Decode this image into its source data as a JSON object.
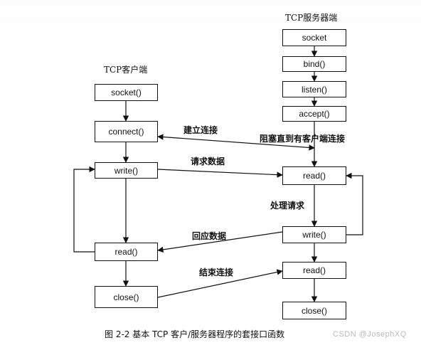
{
  "diagram": {
    "client_title": "TCP客户端",
    "server_title": "TCP服务器端",
    "client_boxes": {
      "socket": "socket()",
      "connect": "connect()",
      "write": "write()",
      "read": "read()",
      "close": "close()"
    },
    "server_boxes": {
      "socket": "socket",
      "bind": "bind()",
      "listen": "listen()",
      "accept": "accept()",
      "read1": "read()",
      "write": "write()",
      "read2": "read()",
      "close": "close()"
    },
    "edge_labels": {
      "establish": "建立连接",
      "blocking": "阻塞直到有客户端连接",
      "request": "请求数据",
      "process": "处理请求",
      "response": "回应数据",
      "end": "结束连接"
    },
    "caption": "图 2-2   基本 TCP 客户/服务器程序的套接口函数",
    "watermark": "CSDN @JosephXQ"
  }
}
